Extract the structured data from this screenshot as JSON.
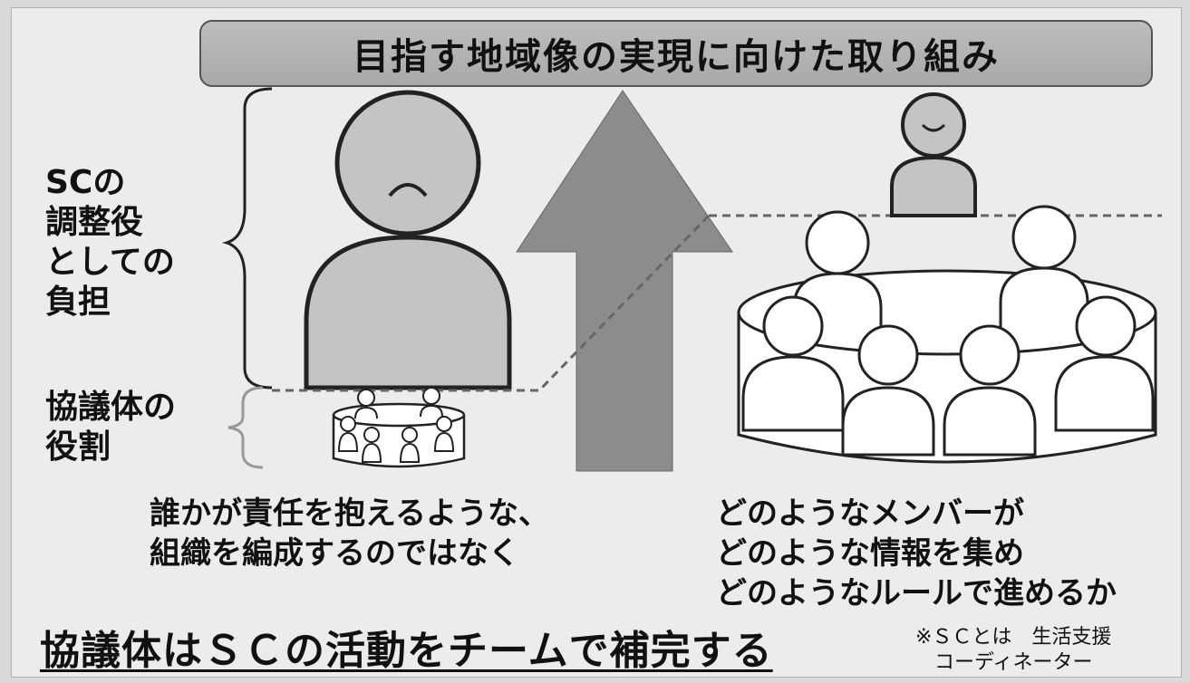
{
  "title": "目指す地域像の実現に向けた取り組み",
  "sc_burden_label": [
    "SCの",
    "調整役",
    "としての",
    "負担"
  ],
  "council_role_label": [
    "協議体の",
    "役割"
  ],
  "left_caption": [
    "誰かが責任を抱えるような、",
    "組織を編成するのではなく"
  ],
  "right_caption": [
    "どのようなメンバーが",
    "どのような情報を集め",
    "どのようなルールで進めるか"
  ],
  "conclusion": "協議体はＳＣの活動をチームで補完する",
  "note": [
    "※ＳＣとは　生活支援",
    "コーディネーター"
  ],
  "colors": {
    "figure_fill": "#c4c4c4",
    "arrow_fill": "#8c8c8c",
    "outline": "#222222",
    "banner": "#b3b3b3"
  }
}
